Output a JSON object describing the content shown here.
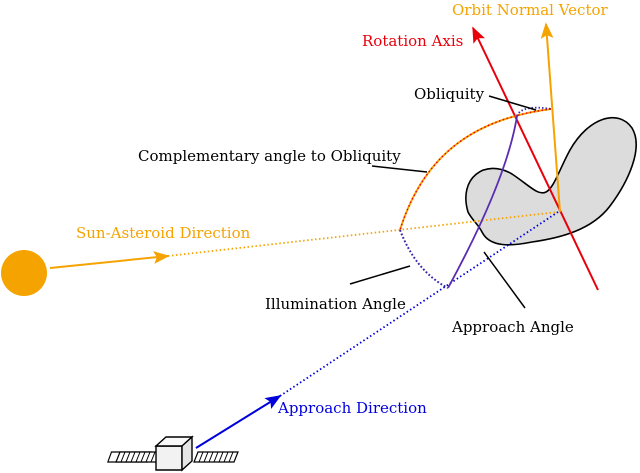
{
  "labels": {
    "orbit_normal": "Orbit Normal Vector",
    "rotation_axis": "Rotation Axis",
    "obliquity": "Obliquity",
    "complementary": "Complementary angle to Obliquity",
    "sun_asteroid": "Sun-Asteroid Direction",
    "illumination": "Illumination Angle",
    "approach_angle": "Approach Angle",
    "approach_direction": "Approach Direction"
  },
  "colors": {
    "orange": "#f5a300",
    "red": "#e8000b",
    "blue": "#0000dd",
    "purple": "#5a2db0",
    "asteroid_fill": "#dcdcdc",
    "black": "#000000"
  },
  "icons": {
    "sun": "sun-icon",
    "spacecraft": "spacecraft-icon",
    "asteroid": "asteroid-shape"
  }
}
